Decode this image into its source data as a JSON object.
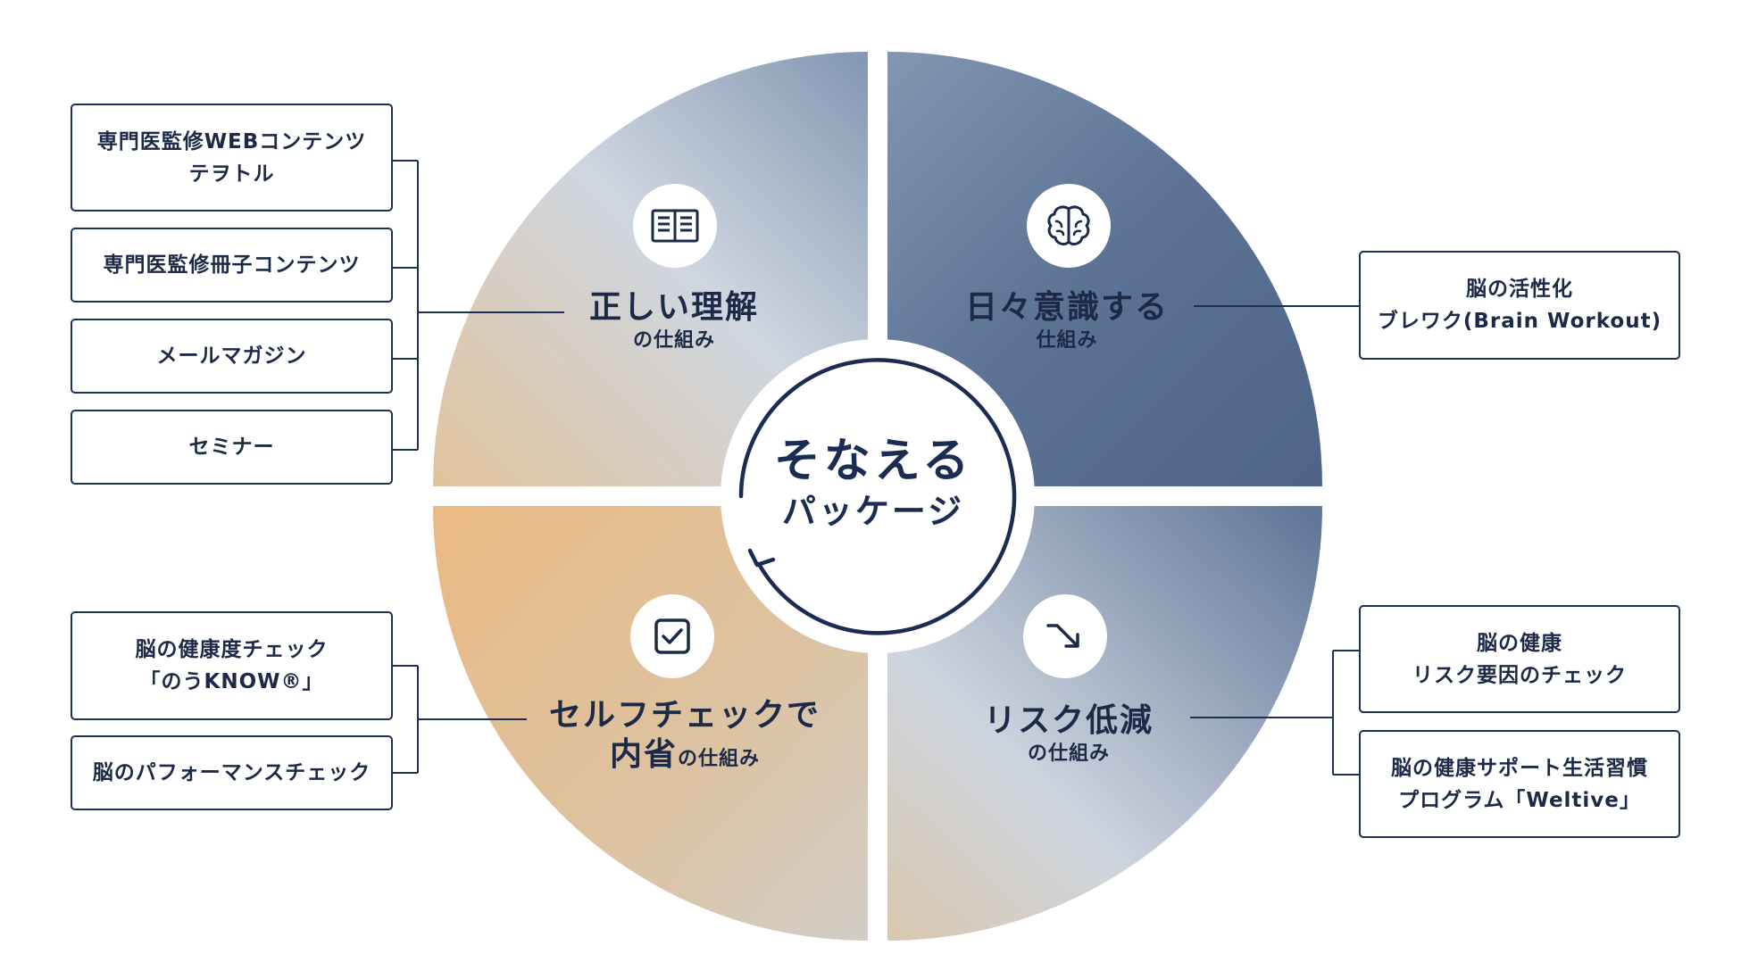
{
  "center": {
    "title": "そなえる",
    "subtitle": "パッケージ"
  },
  "quadrants": [
    {
      "id": "understand",
      "title": "正しい理解",
      "subtitle": "の仕組み",
      "icon": "book-icon"
    },
    {
      "id": "daily",
      "title": "日々意識する",
      "subtitle": "仕組み",
      "icon": "brain-icon"
    },
    {
      "id": "selfcheck",
      "title_line1": "セルフチェックで",
      "title_line2": "内省",
      "subtitle": "の仕組み",
      "icon": "checkbox-icon"
    },
    {
      "id": "risk",
      "title": "リスク低減",
      "subtitle": "の仕組み",
      "icon": "trend-down-icon"
    }
  ],
  "left_top_boxes": [
    {
      "lines": [
        "専門医監修WEBコンテンツ",
        "テヲトル"
      ]
    },
    {
      "lines": [
        "専門医監修冊子コンテンツ"
      ]
    },
    {
      "lines": [
        "メールマガジン"
      ]
    },
    {
      "lines": [
        "セミナー"
      ]
    }
  ],
  "left_bottom_boxes": [
    {
      "lines": [
        "脳の健康度チェック",
        "「のうKNOW®」"
      ]
    },
    {
      "lines": [
        "脳のパフォーマンスチェック"
      ]
    }
  ],
  "right_top_boxes": [
    {
      "lines": [
        "脳の活性化",
        "ブレワク(Brain Workout)"
      ]
    }
  ],
  "right_bottom_boxes": [
    {
      "lines": [
        "脳の健康",
        "リスク要因のチェック"
      ]
    },
    {
      "lines": [
        "脳の健康サポート生活習慣",
        "プログラム「Weltive」"
      ]
    }
  ],
  "colors": {
    "navy": "#1e2f55",
    "blue_dark": "#5a7194",
    "blue_light": "#d0d7e2",
    "orange": "#e8bd85"
  }
}
